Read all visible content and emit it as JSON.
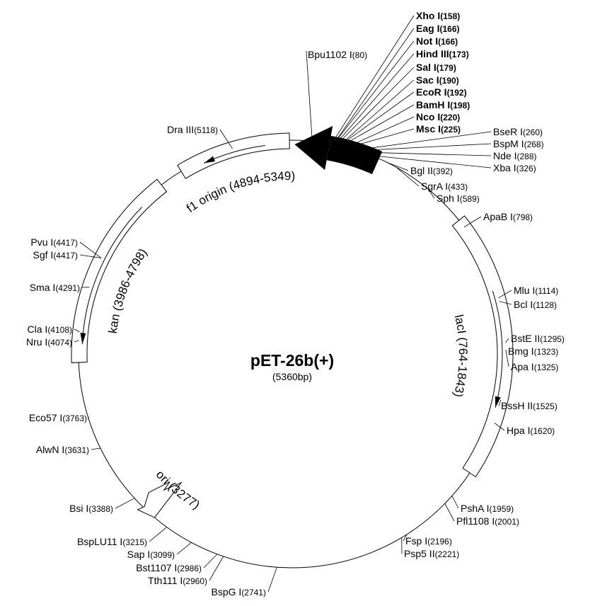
{
  "plasmid": {
    "name": "pET-26b(+)",
    "size_label": "(5360bp)",
    "length_bp": 5360
  },
  "features": [
    {
      "label": "f1 origin (4894-5349)",
      "start": 4894,
      "end": 5349,
      "direction": "reverse"
    },
    {
      "label": "kan (3986-4798)",
      "start": 3986,
      "end": 4798,
      "direction": "reverse"
    },
    {
      "label": "lacI (764-1843)",
      "start": 764,
      "end": 1843,
      "direction": "forward"
    },
    {
      "label": "ori (3277)",
      "start": 3277,
      "end": 3277,
      "direction": "reverse"
    }
  ],
  "sites": [
    {
      "name": "Xho I",
      "pos": "(158)",
      "bp": 158,
      "bold": true
    },
    {
      "name": "Eag I",
      "pos": "(166)",
      "bp": 166,
      "bold": true
    },
    {
      "name": "Not I",
      "pos": "(166)",
      "bp": 166,
      "bold": true
    },
    {
      "name": "Hind III",
      "pos": "(173)",
      "bp": 173,
      "bold": true
    },
    {
      "name": "Sal I",
      "pos": "(179)",
      "bp": 179,
      "bold": true
    },
    {
      "name": "Sac I",
      "pos": "(190)",
      "bp": 190,
      "bold": true
    },
    {
      "name": "EcoR I",
      "pos": "(192)",
      "bp": 192,
      "bold": true
    },
    {
      "name": "BamH I",
      "pos": "(198)",
      "bp": 198,
      "bold": true
    },
    {
      "name": "Nco I",
      "pos": "(220)",
      "bp": 220,
      "bold": true
    },
    {
      "name": "Msc I",
      "pos": "(225)",
      "bp": 225,
      "bold": true
    },
    {
      "name": "BseR I",
      "pos": "(260)",
      "bp": 260,
      "bold": false
    },
    {
      "name": "BspM I",
      "pos": "(268)",
      "bp": 268,
      "bold": false
    },
    {
      "name": "Nde I",
      "pos": "(288)",
      "bp": 288,
      "bold": false
    },
    {
      "name": "Xba I",
      "pos": "(326)",
      "bp": 326,
      "bold": false
    },
    {
      "name": "Bgl II",
      "pos": "(392)",
      "bp": 392,
      "bold": false
    },
    {
      "name": "SgrA I",
      "pos": "(433)",
      "bp": 433,
      "bold": false
    },
    {
      "name": "Sph I",
      "pos": "(589)",
      "bp": 589,
      "bold": false
    },
    {
      "name": "ApaB I",
      "pos": "(798)",
      "bp": 798,
      "bold": false
    },
    {
      "name": "Mlu I",
      "pos": "(1114)",
      "bp": 1114,
      "bold": false
    },
    {
      "name": "Bcl I",
      "pos": "(1128)",
      "bp": 1128,
      "bold": false
    },
    {
      "name": "BstE II",
      "pos": "(1295)",
      "bp": 1295,
      "bold": false
    },
    {
      "name": "Bmg I",
      "pos": "(1323)",
      "bp": 1323,
      "bold": false
    },
    {
      "name": "Apa I",
      "pos": "(1325)",
      "bp": 1325,
      "bold": false
    },
    {
      "name": "BssH II",
      "pos": "(1525)",
      "bp": 1525,
      "bold": false
    },
    {
      "name": "Hpa I",
      "pos": "(1620)",
      "bp": 1620,
      "bold": false
    },
    {
      "name": "PshA I",
      "pos": "(1959)",
      "bp": 1959,
      "bold": false
    },
    {
      "name": "Pfl1108 I",
      "pos": "(2001)",
      "bp": 2001,
      "bold": false
    },
    {
      "name": "Fsp I",
      "pos": "(2196)",
      "bp": 2196,
      "bold": false
    },
    {
      "name": "Psp5 II",
      "pos": "(2221)",
      "bp": 2221,
      "bold": false
    },
    {
      "name": "BspG I",
      "pos": "(2741)",
      "bp": 2741,
      "bold": false
    },
    {
      "name": "Tth111 I",
      "pos": "(2960)",
      "bp": 2960,
      "bold": false
    },
    {
      "name": "Bst1107 I",
      "pos": "(2986)",
      "bp": 2986,
      "bold": false
    },
    {
      "name": "Sap I",
      "pos": "(3099)",
      "bp": 3099,
      "bold": false
    },
    {
      "name": "BspLU11 I",
      "pos": "(3215)",
      "bp": 3215,
      "bold": false
    },
    {
      "name": "Bsi I",
      "pos": "(3388)",
      "bp": 3388,
      "bold": false
    },
    {
      "name": "AlwN I",
      "pos": "(3631)",
      "bp": 3631,
      "bold": false
    },
    {
      "name": "Eco57 I",
      "pos": "(3763)",
      "bp": 3763,
      "bold": false
    },
    {
      "name": "Nru I",
      "pos": "(4074)",
      "bp": 4074,
      "bold": false
    },
    {
      "name": "Cla I",
      "pos": "(4108)",
      "bp": 4108,
      "bold": false
    },
    {
      "name": "Sma I",
      "pos": "(4291)",
      "bp": 4291,
      "bold": false
    },
    {
      "name": "Sgf I",
      "pos": "(4417)",
      "bp": 4417,
      "bold": false
    },
    {
      "name": "Pvu I",
      "pos": "(4417)",
      "bp": 4417,
      "bold": false
    },
    {
      "name": "Dra III",
      "pos": "(5118)",
      "bp": 5118,
      "bold": false
    },
    {
      "name": "Bpu1102 I",
      "pos": "(80)",
      "bp": 80,
      "bold": false
    }
  ]
}
